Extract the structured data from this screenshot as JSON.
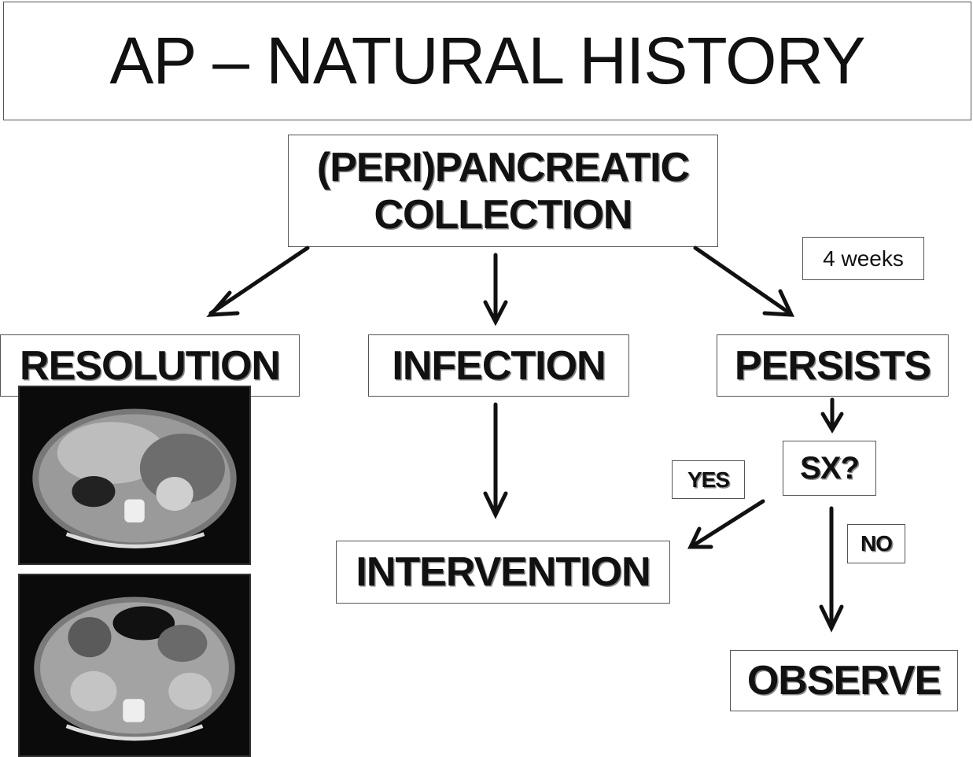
{
  "title": "AP – NATURAL HISTORY",
  "nodes": {
    "root_line1": "(PERI)PANCREATIC",
    "root_line2": "COLLECTION",
    "timeframe": "4 weeks",
    "resolution": "RESOLUTION",
    "infection": "INFECTION",
    "persists": "PERSISTS",
    "symptoms": "SX?",
    "yes": "YES",
    "no": "NO",
    "intervention": "INTERVENTION",
    "observe": "OBSERVE"
  },
  "images": [
    {
      "name": "ct-scan-axial-collection"
    },
    {
      "name": "ct-scan-axial-resolved"
    }
  ],
  "colors": {
    "line": "#111111",
    "box_border": "#555555",
    "background": "#ffffff"
  }
}
